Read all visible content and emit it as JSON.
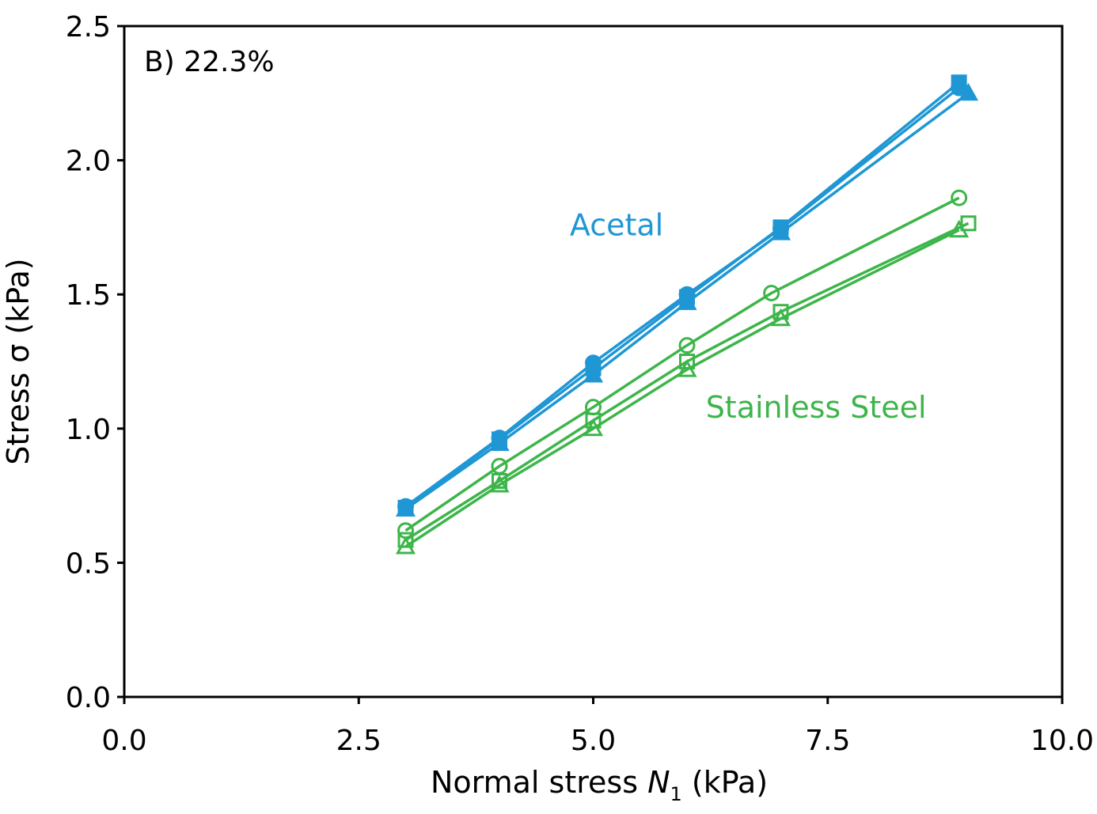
{
  "chart_data": {
    "type": "line",
    "panel_label": "B) 22.3%",
    "xlabel_parts": [
      "Normal stress ",
      "N",
      "1",
      " (kPa)"
    ],
    "ylabel": "Stress σ (kPa)",
    "xlim": [
      0,
      10
    ],
    "ylim": [
      0,
      2.5
    ],
    "xticks": [
      0,
      2.5,
      5,
      7.5,
      10
    ],
    "xtick_labels": [
      "0.0",
      "2.5",
      "5.0",
      "7.5",
      "10.0"
    ],
    "yticks": [
      0,
      0.5,
      1,
      1.5,
      2,
      2.5
    ],
    "ytick_labels": [
      "0.0",
      "0.5",
      "1.0",
      "1.5",
      "2.0",
      "2.5"
    ],
    "grid": false,
    "group_labels": [
      {
        "text": "Acetal",
        "color": "#1f97d4",
        "anchor_x": 4.75,
        "anchor_y": 1.72
      },
      {
        "text": "Stainless Steel",
        "color": "#3db54a",
        "anchor_x": 6.2,
        "anchor_y": 1.04
      }
    ],
    "series": [
      {
        "group": "Acetal",
        "marker": "circle",
        "filled": true,
        "color": "#1f97d4",
        "x": [
          3.0,
          4.0,
          5.0,
          6.0,
          7.0,
          8.9
        ],
        "y": [
          0.71,
          0.965,
          1.245,
          1.5,
          1.745,
          2.27
        ]
      },
      {
        "group": "Acetal",
        "marker": "square",
        "filled": true,
        "color": "#1f97d4",
        "x": [
          3.0,
          4.0,
          5.0,
          6.0,
          7.0,
          8.9
        ],
        "y": [
          0.705,
          0.96,
          1.225,
          1.49,
          1.75,
          2.29
        ]
      },
      {
        "group": "Acetal",
        "marker": "triangle",
        "filled": true,
        "color": "#1f97d4",
        "x": [
          3.0,
          4.0,
          5.0,
          6.0,
          7.0,
          9.0
        ],
        "y": [
          0.7,
          0.945,
          1.2,
          1.47,
          1.73,
          2.25
        ]
      },
      {
        "group": "Stainless Steel",
        "marker": "circle",
        "filled": false,
        "color": "#3db54a",
        "x": [
          3.0,
          4.0,
          5.0,
          6.0,
          6.9,
          8.9
        ],
        "y": [
          0.62,
          0.86,
          1.08,
          1.31,
          1.505,
          1.86
        ]
      },
      {
        "group": "Stainless Steel",
        "marker": "square",
        "filled": false,
        "color": "#3db54a",
        "x": [
          3.0,
          4.0,
          5.0,
          6.0,
          7.0,
          9.0
        ],
        "y": [
          0.585,
          0.805,
          1.03,
          1.25,
          1.435,
          1.765
        ]
      },
      {
        "group": "Stainless Steel",
        "marker": "triangle",
        "filled": false,
        "color": "#3db54a",
        "x": [
          3.0,
          4.0,
          5.0,
          6.0,
          7.0,
          8.9
        ],
        "y": [
          0.56,
          0.79,
          1.0,
          1.22,
          1.41,
          1.74
        ]
      }
    ]
  }
}
